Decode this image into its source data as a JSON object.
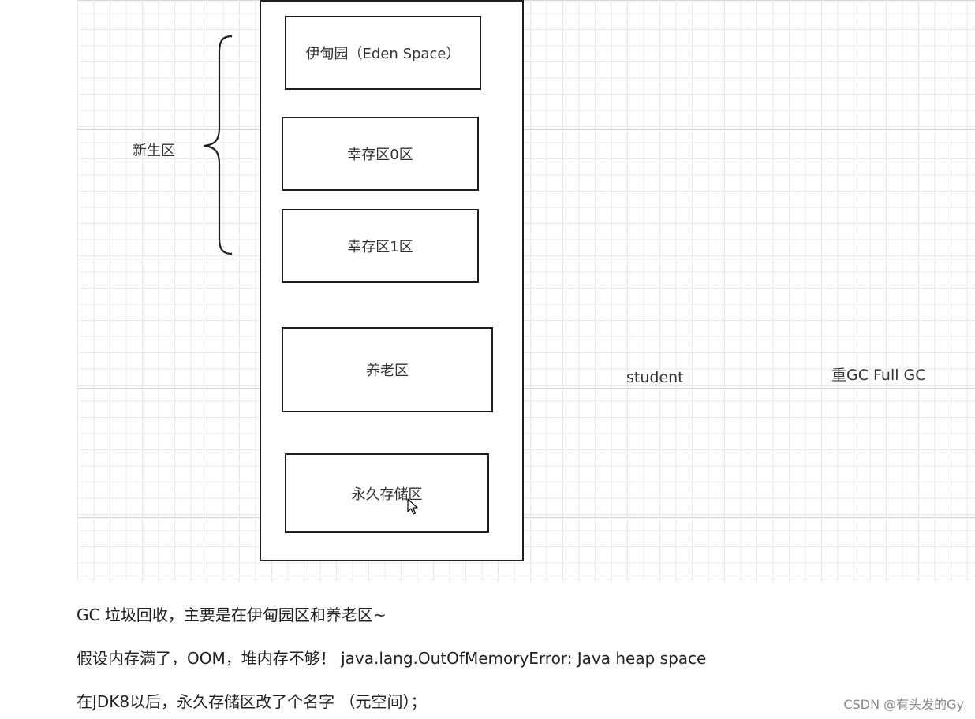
{
  "diagram": {
    "young_gen_label": "新生区",
    "regions": {
      "eden": "伊甸园（Eden Space）",
      "survivor0": "幸存区0区",
      "survivor1": "幸存区1区",
      "old": "养老区",
      "permanent": "永久存储区"
    },
    "side_note_student": "student",
    "side_note_gc": "重GC  Full GC"
  },
  "notes": [
    "GC 垃圾回收，主要是在伊甸园区和养老区~",
    "假设内存满了，OOM，堆内存不够！  java.lang.OutOfMemoryError: Java heap space",
    "在JDK8以后，永久存储区改了个名字 （元空间）；"
  ],
  "watermark": "CSDN @有头发的Gy"
}
